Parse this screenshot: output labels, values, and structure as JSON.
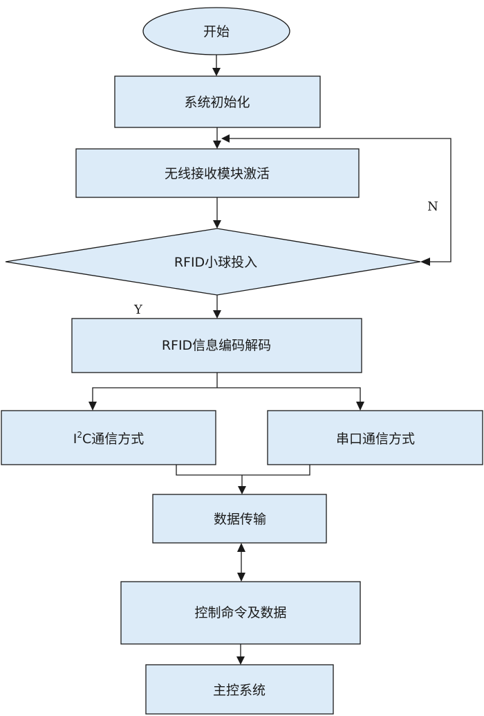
{
  "nodes": {
    "start": "开始",
    "init": "系统初始化",
    "activate": "无线接收模块激活",
    "decision": "RFID小球投入",
    "decode": "RFID信息编码解码",
    "i2c": {
      "prefix": "I",
      "sup": "2",
      "rest": "C通信方式"
    },
    "serial": "串口通信方式",
    "transfer": "数据传输",
    "command": "控制命令及数据",
    "master": "主控系统"
  },
  "labels": {
    "no": "N",
    "yes": "Y"
  },
  "colors": {
    "box_fill": "#dcebf8",
    "stroke": "#1a1a1a"
  }
}
